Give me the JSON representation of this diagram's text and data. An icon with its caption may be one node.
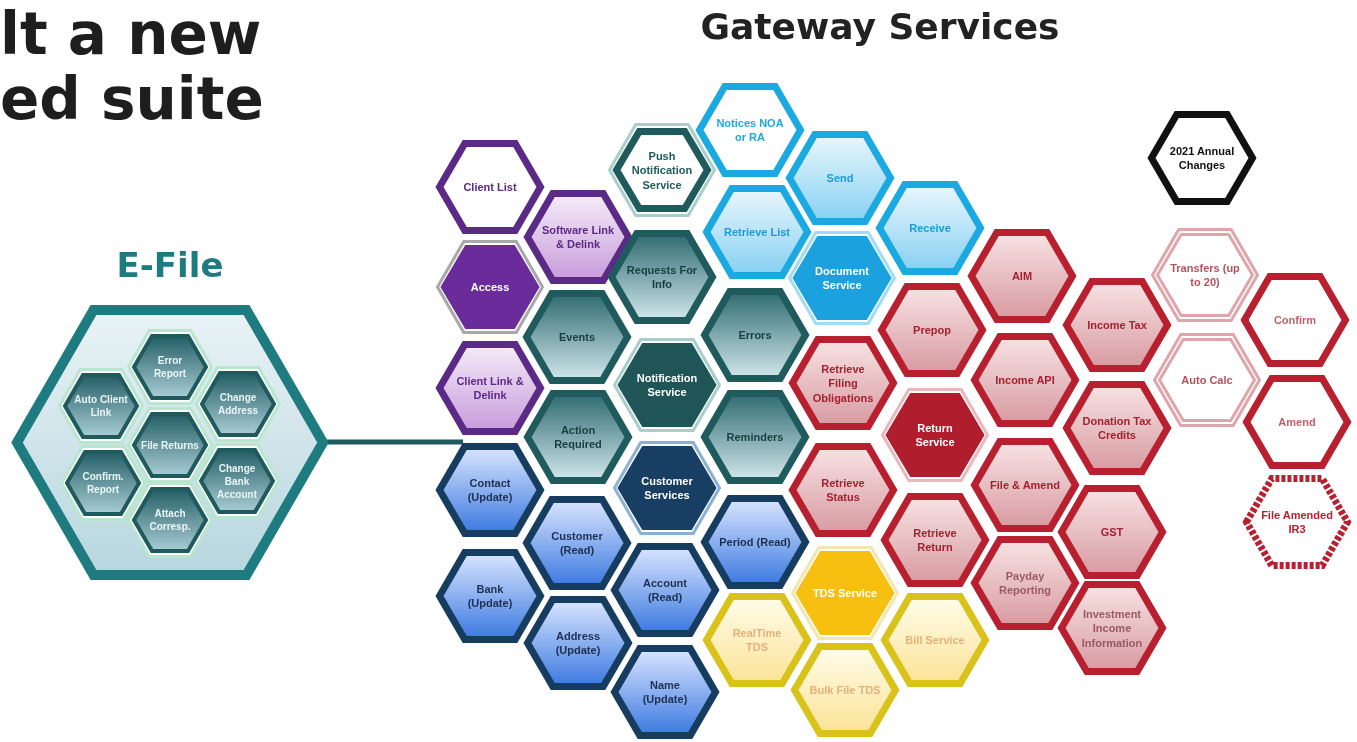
{
  "diagram": {
    "title": "lt a new ed suite",
    "nodes": [
      {
        "text": [
          "E-File"
        ]
      },
      {
        "text": [
          "Error Report"
        ],
        "in": 0
      },
      {
        "text": [
          "Auto Client Link"
        ],
        "in": 0
      },
      {
        "text": [
          "Change Address"
        ],
        "in": 0
      },
      {
        "text": [
          "File Returns"
        ],
        "in": 0
      },
      {
        "text": [
          "Confirm. Report"
        ],
        "in": 0
      },
      {
        "text": [
          "Change Bank Account"
        ],
        "in": 0
      },
      {
        "text": [
          "Attach Corresp."
        ],
        "in": 0
      },
      {
        "text": [
          "Client List"
        ]
      },
      {
        "text": [
          "Software Link & Delink"
        ]
      },
      {
        "text": [
          "Access"
        ]
      },
      {
        "text": [
          "Client Link & Delink"
        ]
      },
      {
        "text": [
          "Push Notification Service"
        ]
      },
      {
        "text": [
          "Requests For Info"
        ]
      },
      {
        "text": [
          "Events"
        ]
      },
      {
        "text": [
          "Errors"
        ]
      },
      {
        "text": [
          "Notification Service"
        ]
      },
      {
        "text": [
          "Action Required"
        ]
      },
      {
        "text": [
          "Reminders"
        ]
      },
      {
        "text": [
          "Customer Services"
        ]
      },
      {
        "text": [
          "Contact (Update)"
        ]
      },
      {
        "text": [
          "Customer (Read)"
        ]
      },
      {
        "text": [
          "Period (Read)"
        ]
      },
      {
        "text": [
          "Account (Read)"
        ]
      },
      {
        "text": [
          "Bank (Update)"
        ]
      },
      {
        "text": [
          "Address (Update)"
        ]
      },
      {
        "text": [
          "Name (Update)"
        ]
      },
      {
        "text": [
          "Notices NOA or RA"
        ]
      },
      {
        "text": [
          "Send"
        ]
      },
      {
        "text": [
          "Retrieve List"
        ]
      },
      {
        "text": [
          "Receive"
        ]
      },
      {
        "text": [
          "Document Service"
        ]
      },
      {
        "text": [
          "AIM"
        ]
      },
      {
        "text": [
          "Prepop"
        ]
      },
      {
        "text": [
          "Income Tax"
        ]
      },
      {
        "text": [
          "Retrieve Filing Obligations"
        ]
      },
      {
        "text": [
          "Income API"
        ]
      },
      {
        "text": [
          "Return Service"
        ]
      },
      {
        "text": [
          "Donation Tax Credits"
        ]
      },
      {
        "text": [
          "Retrieve Status"
        ]
      },
      {
        "text": [
          "File & Amend"
        ]
      },
      {
        "text": [
          "Retrieve Return"
        ]
      },
      {
        "text": [
          "GST"
        ]
      },
      {
        "text": [
          "Payday Reporting"
        ]
      },
      {
        "text": [
          "Investment Income Information"
        ]
      },
      {
        "text": [
          "2021 Annual Changes"
        ]
      },
      {
        "text": [
          "Transfers (up to 20)"
        ]
      },
      {
        "text": [
          "Auto Calc"
        ]
      },
      {
        "text": [
          "Confirm"
        ]
      },
      {
        "text": [
          "Amend"
        ]
      },
      {
        "text": [
          "File Amended IR3"
        ]
      },
      {
        "text": [
          "TDS Service"
        ]
      },
      {
        "text": [
          "RealTime TDS"
        ]
      },
      {
        "text": [
          "Bill Service"
        ]
      },
      {
        "text": [
          "Bulk File TDS"
        ]
      }
    ],
    "edges": [
      {
        "from": 0,
        "to": 20,
        "arrow": "none"
      }
    ],
    "labels": [
      "Gateway Services"
    ]
  }
}
